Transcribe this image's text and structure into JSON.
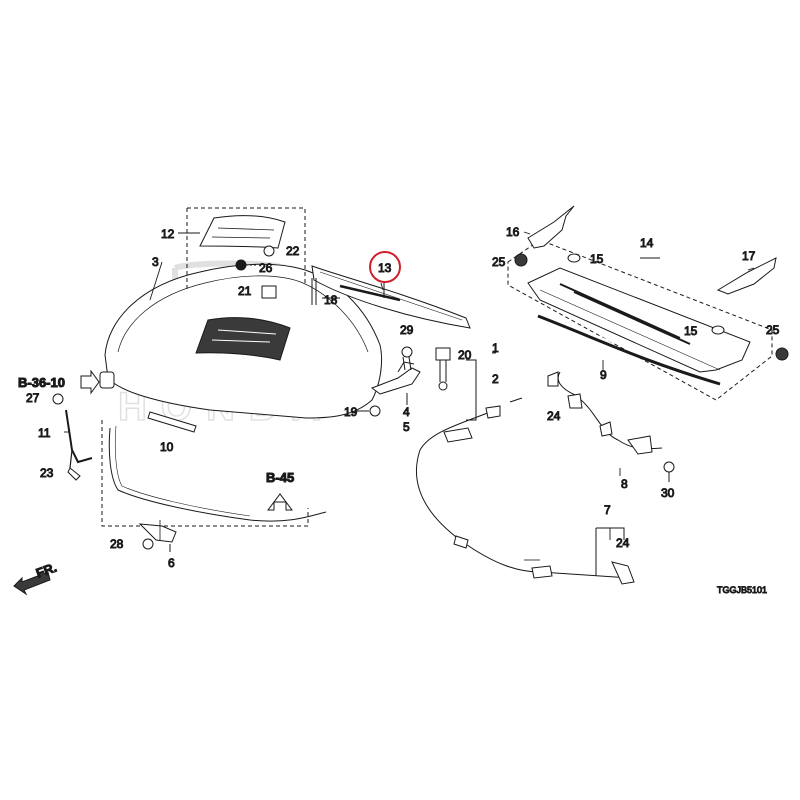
{
  "diagram": {
    "highlight_part": "13",
    "parts": {
      "p1": "1",
      "p2": "2",
      "p3": "3",
      "p4": "4",
      "p5": "5",
      "p6": "6",
      "p7": "7",
      "p8": "8",
      "p9": "9",
      "p10": "10",
      "p11": "11",
      "p12": "12",
      "p14": "14",
      "p15a": "15",
      "p15b": "15",
      "p16": "16",
      "p17": "17",
      "p18": "18",
      "p19": "19",
      "p20": "20",
      "p21": "21",
      "p22": "22",
      "p23": "23",
      "p24a": "24",
      "p24b": "24",
      "p25a": "25",
      "p25b": "25",
      "p26": "26",
      "p27": "27",
      "p28": "28",
      "p29": "29",
      "p30": "30"
    },
    "ref_left": "B-36-10",
    "ref_bottom": "B-45",
    "direction": "FR.",
    "watermark": "HONDA",
    "diagram_code": "TGGJB5101",
    "colors": {
      "line": "#1a1a1a",
      "highlight": "#d0202a",
      "watermark": "#d9d9d9",
      "fill_dark": "#3a3a3a"
    }
  }
}
